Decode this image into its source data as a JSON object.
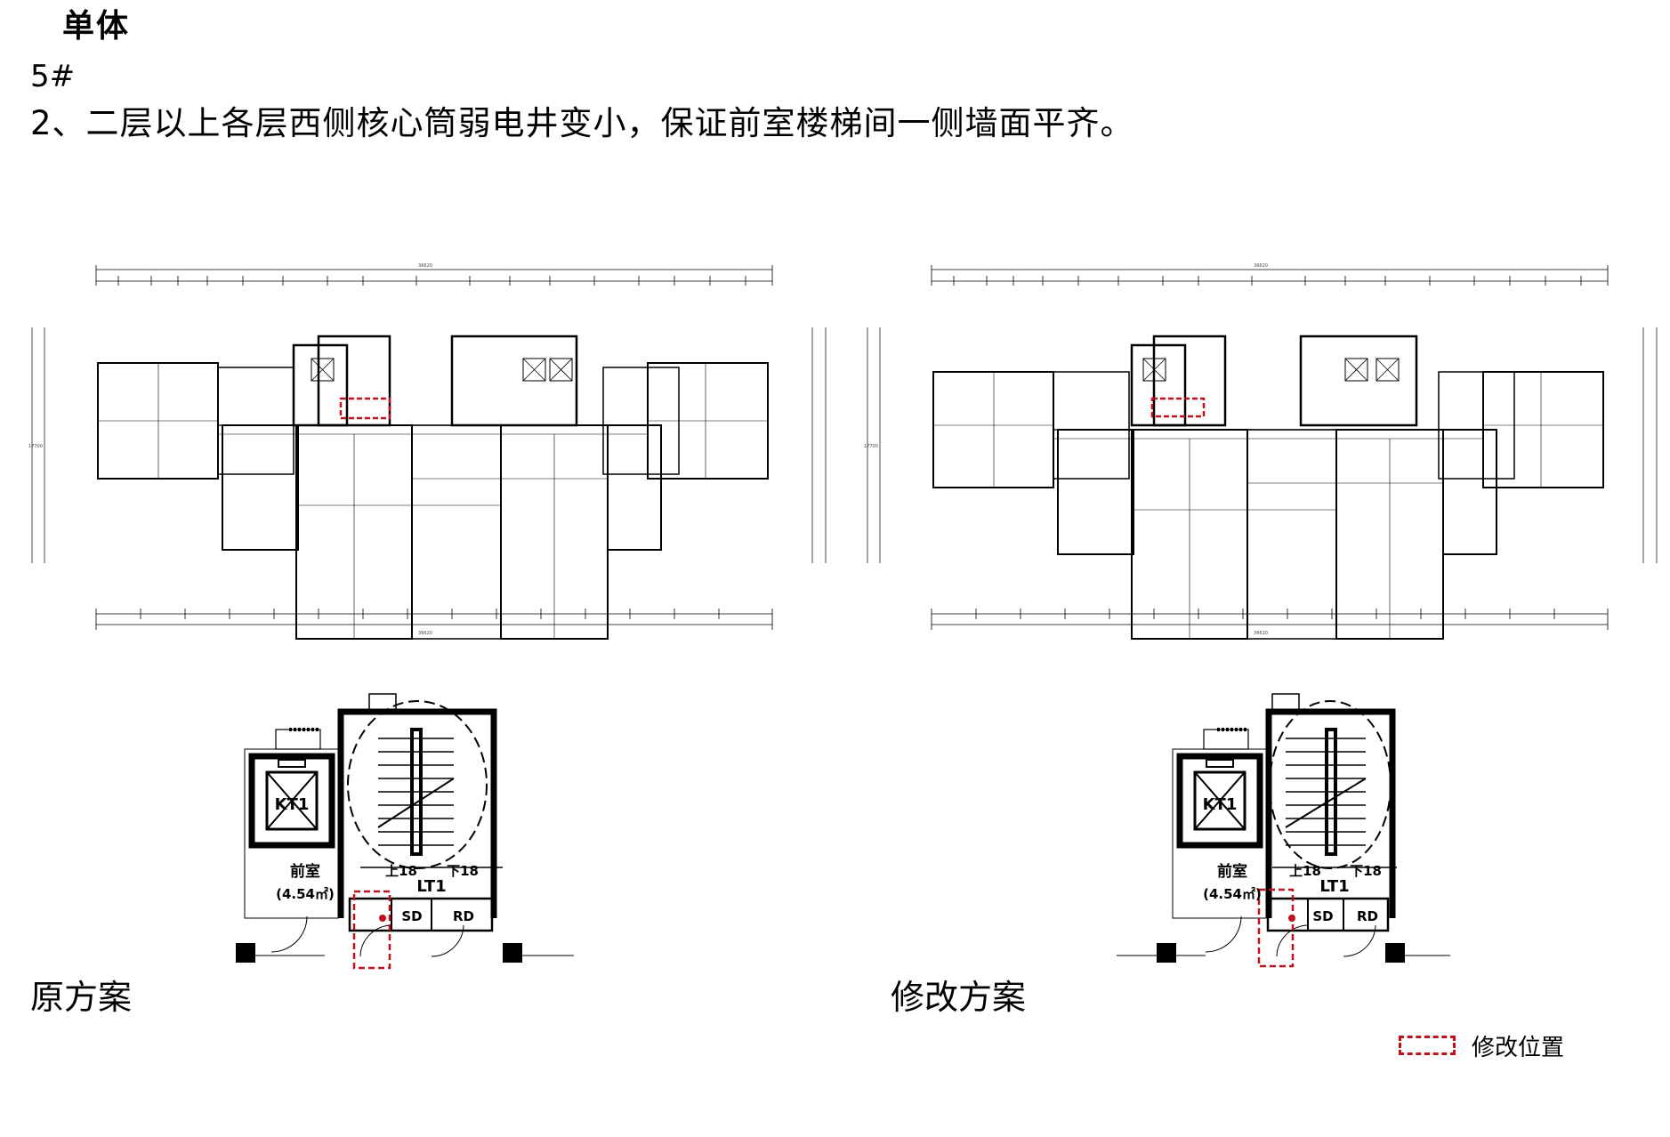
{
  "header": {
    "section_title": "单体",
    "building_no": "5#",
    "note": "2、二层以上各层西侧核心筒弱电井变小，保证前室楼梯间一侧墙面平齐。"
  },
  "plans": {
    "original": {
      "caption": "原方案",
      "overall_dim_top": "36620",
      "overall_dim_bottom": "36620",
      "side_dim": "17700",
      "core": {
        "elevator": "KT1",
        "lobby": "前室",
        "lobby_area": "(4.54㎡)",
        "stair": "LT1",
        "step_left": "上18",
        "step_right": "下18",
        "shaft_sd": "SD",
        "shaft_rd": "RD"
      }
    },
    "modified": {
      "caption": "修改方案",
      "overall_dim_top": "36620",
      "overall_dim_bottom": "36620",
      "side_dim": "17700",
      "core": {
        "elevator": "KT1",
        "lobby": "前室",
        "lobby_area": "(4.54㎡)",
        "stair": "LT1",
        "step_left": "上18",
        "step_right": "下18",
        "shaft_sd": "SD",
        "shaft_rd": "RD"
      }
    }
  },
  "legend": {
    "label": "修改位置",
    "color": "#c0121c"
  },
  "colors": {
    "highlight": "#c0121c",
    "line": "#000000"
  }
}
